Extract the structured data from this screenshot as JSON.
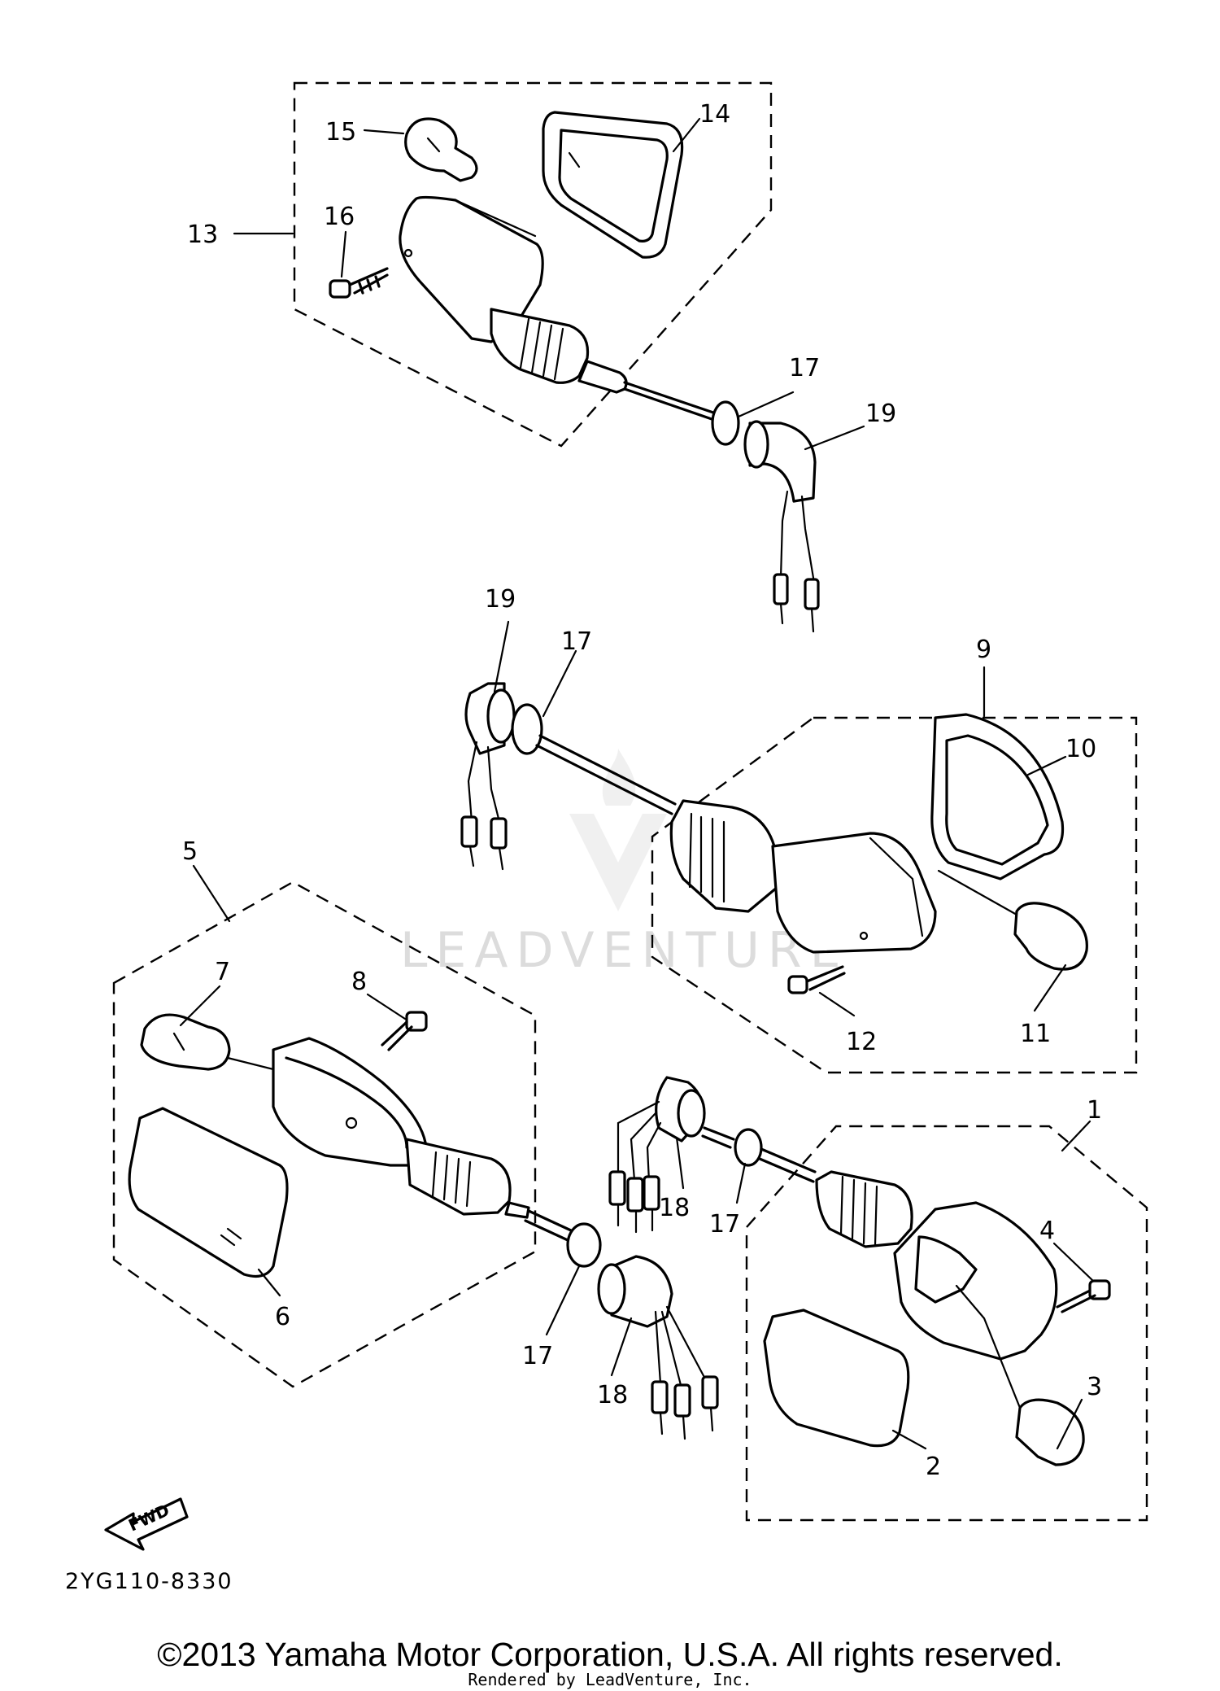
{
  "diagram": {
    "callouts": {
      "c1": "1",
      "c2": "2",
      "c3": "3",
      "c4": "4",
      "c5": "5",
      "c6": "6",
      "c7": "7",
      "c8": "8",
      "c9": "9",
      "c10": "10",
      "c11": "11",
      "c12": "12",
      "c13": "13",
      "c14": "14",
      "c15": "15",
      "c16": "16",
      "c17a": "17",
      "c17b": "17",
      "c17c": "17",
      "c17d": "17",
      "c18a": "18",
      "c18b": "18",
      "c19a": "19",
      "c19b": "19"
    },
    "fwd_label": "FWD",
    "diagram_code": "2YG110-8330",
    "watermark": "LEADVENTURE"
  },
  "footer": {
    "copyright": "©2013 Yamaha Motor Corporation, U.S.A. All rights reserved.",
    "rendered_by": "Rendered by LeadVenture, Inc."
  }
}
